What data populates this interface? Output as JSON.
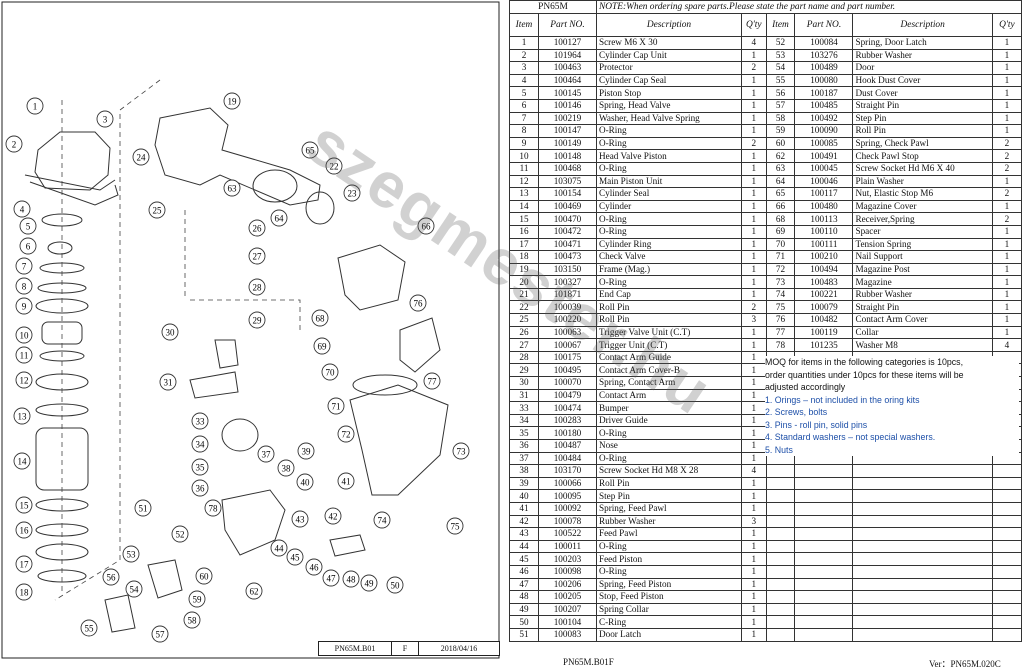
{
  "footer_box": {
    "code": "PN65M.B01",
    "rev": "F",
    "date": "2018/04/16"
  },
  "sheet_header": {
    "model": "PN65M",
    "note": "NOTE:When ordering spare parts.Please state the part name and part number."
  },
  "columns": {
    "item": "Item",
    "part_no": "Part NO.",
    "desc": "Description",
    "qty": "Q'ty"
  },
  "left_rows": [
    [
      "1",
      "100127",
      "Screw M6 X 30",
      "4"
    ],
    [
      "2",
      "101964",
      "Cylinder Cap Unit",
      "1"
    ],
    [
      "3",
      "100463",
      "Protector",
      "2"
    ],
    [
      "4",
      "100464",
      "Cylinder Cap Seal",
      "1"
    ],
    [
      "5",
      "100145",
      "Piston Stop",
      "1"
    ],
    [
      "6",
      "100146",
      "Spring, Head Valve",
      "1"
    ],
    [
      "7",
      "100219",
      "Washer, Head Valve Spring",
      "1"
    ],
    [
      "8",
      "100147",
      "O-Ring",
      "1"
    ],
    [
      "9",
      "100149",
      "O-Ring",
      "2"
    ],
    [
      "10",
      "100148",
      "Head Valve Piston",
      "1"
    ],
    [
      "11",
      "100468",
      "O-Ring",
      "1"
    ],
    [
      "12",
      "103075",
      "Main Piston Unit",
      "1"
    ],
    [
      "13",
      "100154",
      "Cylinder Seal",
      "1"
    ],
    [
      "14",
      "100469",
      "Cylinder",
      "1"
    ],
    [
      "15",
      "100470",
      "O-Ring",
      "1"
    ],
    [
      "16",
      "100472",
      "O-Ring",
      "1"
    ],
    [
      "17",
      "100471",
      "Cylinder Ring",
      "1"
    ],
    [
      "18",
      "100473",
      "Check Valve",
      "1"
    ],
    [
      "19",
      "103150",
      "Frame (Mag.)",
      "1"
    ],
    [
      "20",
      "100327",
      "O-Ring",
      "1"
    ],
    [
      "21",
      "101871",
      "End Cap",
      "1"
    ],
    [
      "22",
      "100039",
      "Roll Pin",
      "2"
    ],
    [
      "25",
      "100220",
      "Roll Pin",
      "3"
    ],
    [
      "26",
      "100063",
      "Trigger Valve Unit (C.T)",
      "1"
    ],
    [
      "27",
      "100067",
      "Trigger Unit (C.T)",
      "1"
    ],
    [
      "28",
      "100175",
      "Contact Arm Guide",
      "1"
    ],
    [
      "29",
      "100495",
      "Contact Arm Cover-B",
      "1"
    ],
    [
      "30",
      "100070",
      "Spring, Contact Arm",
      "1"
    ],
    [
      "31",
      "100479",
      "Contact Arm",
      "1"
    ],
    [
      "33",
      "100474",
      "Bumper",
      "1"
    ],
    [
      "34",
      "100283",
      "Driver Guide",
      "1"
    ],
    [
      "35",
      "100180",
      "O-Ring",
      "1"
    ],
    [
      "36",
      "100487",
      "Nose",
      "1"
    ],
    [
      "37",
      "100484",
      "O-Ring",
      "1"
    ],
    [
      "38",
      "103170",
      "Screw Socket Hd M8 X 28",
      "4"
    ],
    [
      "39",
      "100066",
      "Roll Pin",
      "1"
    ],
    [
      "40",
      "100095",
      "Step Pin",
      "1"
    ],
    [
      "41",
      "100092",
      "Spring, Feed Pawl",
      "1"
    ],
    [
      "42",
      "100078",
      "Rubber Washer",
      "3"
    ],
    [
      "43",
      "100522",
      "Feed Pawl",
      "1"
    ],
    [
      "44",
      "100011",
      "O-Ring",
      "1"
    ],
    [
      "45",
      "100203",
      "Feed Piston",
      "1"
    ],
    [
      "46",
      "100098",
      "O-Ring",
      "1"
    ],
    [
      "47",
      "100206",
      "Spring, Feed Piston",
      "1"
    ],
    [
      "48",
      "100205",
      "Stop, Feed Piston",
      "1"
    ],
    [
      "49",
      "100207",
      "Spring Collar",
      "1"
    ],
    [
      "50",
      "100104",
      "C-Ring",
      "1"
    ],
    [
      "51",
      "100083",
      "Door Latch",
      "1"
    ]
  ],
  "right_rows": [
    [
      "52",
      "100084",
      "Spring, Door Latch",
      "1"
    ],
    [
      "53",
      "103276",
      "Rubber Washer",
      "1"
    ],
    [
      "54",
      "100489",
      "Door",
      "1"
    ],
    [
      "55",
      "100080",
      "Hook Dust Cover",
      "1"
    ],
    [
      "56",
      "100187",
      "Dust Cover",
      "1"
    ],
    [
      "57",
      "100485",
      "Straight Pin",
      "1"
    ],
    [
      "58",
      "100492",
      "Step Pin",
      "1"
    ],
    [
      "59",
      "100090",
      "Roll Pin",
      "1"
    ],
    [
      "60",
      "100085",
      "Spring, Check Pawl",
      "2"
    ],
    [
      "62",
      "100491",
      "Check Pawl Stop",
      "2"
    ],
    [
      "63",
      "100045",
      "Screw Socket Hd M6 X 40",
      "2"
    ],
    [
      "64",
      "100046",
      "Plain Washer",
      "1"
    ],
    [
      "65",
      "100117",
      "Nut, Elastic Stop M6",
      "2"
    ],
    [
      "66",
      "100480",
      "Magazine Cover",
      "1"
    ],
    [
      "68",
      "100113",
      "Receiver,Spring",
      "2"
    ],
    [
      "69",
      "100110",
      "Spacer",
      "1"
    ],
    [
      "70",
      "100111",
      "Tension Spring",
      "1"
    ],
    [
      "71",
      "100210",
      "Nail Support",
      "1"
    ],
    [
      "72",
      "100494",
      "Magazine Post",
      "1"
    ],
    [
      "73",
      "100483",
      "Magazine",
      "1"
    ],
    [
      "74",
      "100221",
      "Rubber Washer",
      "1"
    ],
    [
      "75",
      "100079",
      "Straight Pin",
      "1"
    ],
    [
      "76",
      "100482",
      "Contact Arm Cover",
      "1"
    ],
    [
      "77",
      "100119",
      "Collar",
      "1"
    ],
    [
      "78",
      "101235",
      "Washer M8",
      "4"
    ]
  ],
  "moq_note": {
    "line1": "MOQ for items in the following categories is 10pcs,",
    "line2": "order quantities under 10pcs for these items will be",
    "line3": "adjusted accordingly",
    "items": [
      "1.    Orings – not included in the oring kits",
      "2.    Screws, bolts",
      "3.    Pins  - roll pin, solid pins",
      "4.    Standard washers – not special washers.",
      "5.    Nuts"
    ]
  },
  "footer_left": "PN65M.B01F",
  "footer_right": "Ver：PN65M.020C",
  "watermark": "szegmester.hu",
  "callouts": [
    "1",
    "2",
    "3",
    "4",
    "5",
    "6",
    "7",
    "8",
    "9",
    "10",
    "11",
    "12",
    "13",
    "14",
    "15",
    "16",
    "17",
    "18",
    "19",
    "22",
    "23",
    "24",
    "25",
    "26",
    "27",
    "28",
    "29",
    "30",
    "31",
    "33",
    "34",
    "35",
    "36",
    "37",
    "38",
    "39",
    "40",
    "41",
    "42",
    "43",
    "44",
    "45",
    "46",
    "47",
    "48",
    "49",
    "50",
    "51",
    "52",
    "53",
    "54",
    "55",
    "56",
    "57",
    "58",
    "59",
    "60",
    "62",
    "63",
    "64",
    "65",
    "66",
    "68",
    "69",
    "70",
    "71",
    "72",
    "73",
    "74",
    "75",
    "76",
    "77",
    "78"
  ]
}
